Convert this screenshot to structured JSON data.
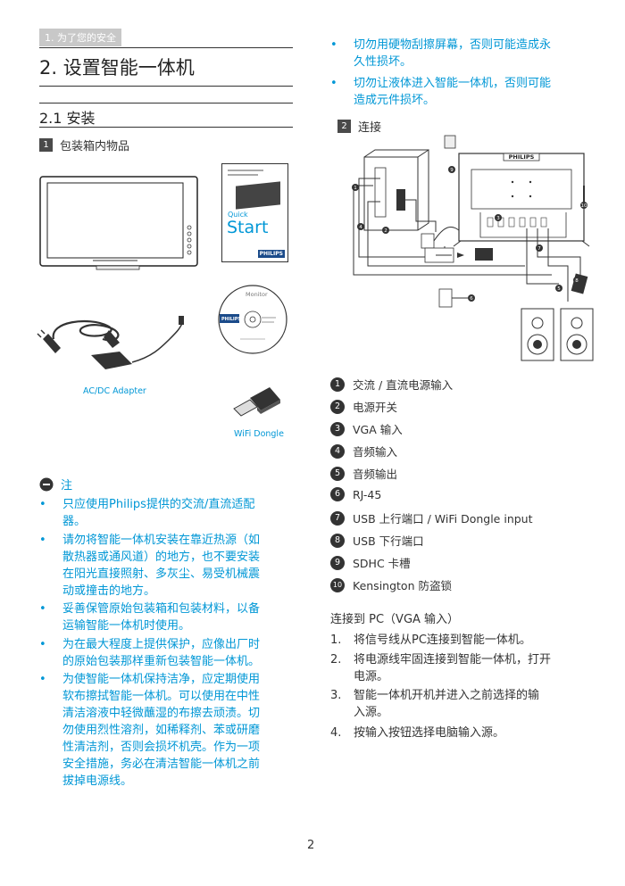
{
  "header": {
    "breadcrumb": "1. 为了您的安全"
  },
  "section": {
    "title": "2.  设置智能一体机",
    "subtitle": "2.1  安装"
  },
  "package": {
    "num": "1",
    "title": "包装箱内物品",
    "quickstart": {
      "word1": "Quick",
      "word2": "Start",
      "brand": "PHILIPS"
    },
    "cd": {
      "label1": "Monitor",
      "brand": "PHILIPS"
    },
    "adapter_label": "AC/DC Adapter",
    "dongle_label": "WiFi Dongle"
  },
  "note": {
    "title": "注",
    "items": [
      [
        "只应使用Philips提供的交流/直流适配",
        "器。"
      ],
      [
        "请勿将智能一体机安装在靠近热源（如",
        "散热器或通风道）的地方，也不要安装",
        "在阳光直接照射、多灰尘、易受机械震",
        "动或撞击的地方。"
      ],
      [
        "妥善保管原始包装箱和包装材料，以备",
        "运输智能一体机时使用。"
      ],
      [
        "为在最大程度上提供保护，应像出厂时",
        "的原始包装那样重新包装智能一体机。"
      ],
      [
        "为使智能一体机保持洁净，应定期使用",
        "软布擦拭智能一体机。可以使用在中性",
        "清洁溶液中轻微蘸湿的布擦去顽渍。切",
        "勿使用烈性溶剂，如稀释剂、苯或研磨",
        "性清洁剂，否则会损坏机壳。作为一项",
        "安全措施，务必在清洁智能一体机之前",
        "拔掉电源线。"
      ]
    ]
  },
  "right_bullets": [
    [
      "切勿用硬物刮擦屏幕，否则可能造成永",
      "久性损坏。"
    ],
    [
      "切勿让液体进入智能一体机，否则可能",
      "造成元件损坏。"
    ]
  ],
  "connect": {
    "num": "2",
    "title": "连接",
    "diagram_brand": "PHILIPS",
    "legend": [
      {
        "n": "1",
        "label": "交流 / 直流电源输入"
      },
      {
        "n": "2",
        "label": "电源开关"
      },
      {
        "n": "3",
        "label": "VGA 输入"
      },
      {
        "n": "4",
        "label": "音频输入"
      },
      {
        "n": "5",
        "label": "音频输出"
      },
      {
        "n": "6",
        "label": "RJ-45"
      },
      {
        "n": "7",
        "label": "USB 上行端口 / WiFi Dongle input"
      },
      {
        "n": "8",
        "label": "USB 下行端口"
      },
      {
        "n": "9",
        "label": "SDHC 卡槽"
      },
      {
        "n": "10",
        "label": "Kensington 防盗锁"
      }
    ]
  },
  "pc_connect": {
    "title": "连接到 PC（VGA 输入）",
    "steps": [
      [
        "将信号线从PC连接到智能一体机。"
      ],
      [
        "将电源线牢固连接到智能一体机，打开",
        "电源。"
      ],
      [
        "智能一体机开机并进入之前选择的输",
        "入源。"
      ],
      [
        "按输入按钮选择电脑输入源。"
      ]
    ]
  },
  "footer": {
    "page_number": "2"
  },
  "colors": {
    "accent": "#0097d6",
    "dark": "#333333"
  }
}
